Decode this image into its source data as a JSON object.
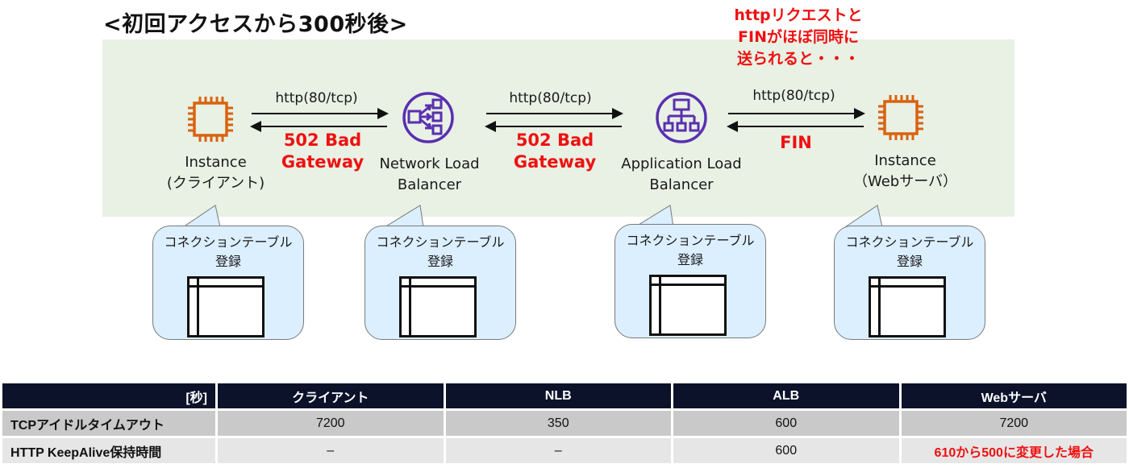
{
  "title": "<初回アクセスから300秒後>",
  "note": [
    "httpリクエストと",
    "FINがほぼ同時に",
    "送られると・・・"
  ],
  "colors": {
    "panel": "#e8f1e4",
    "instance_icon": "#d9620f",
    "lb_icon": "#5a2fb0",
    "error_text": "#ee1111",
    "bubble": "#dcefff",
    "table_header": "#0b1229"
  },
  "nodes": [
    {
      "icon": "ec2-instance-icon",
      "label": [
        "Instance",
        "(クライアント)"
      ]
    },
    {
      "icon": "network-load-balancer-icon",
      "label": [
        "Network Load",
        "Balancer"
      ]
    },
    {
      "icon": "application-load-balancer-icon",
      "label": [
        "Application Load",
        "Balancer"
      ]
    },
    {
      "icon": "ec2-instance-icon",
      "label": [
        "Instance",
        "（Webサーバ）"
      ]
    }
  ],
  "links": [
    {
      "forward": "http(80/tcp)",
      "backward": [
        "502 Bad",
        "Gateway"
      ]
    },
    {
      "forward": "http(80/tcp)",
      "backward": [
        "502 Bad",
        "Gateway"
      ]
    },
    {
      "forward": "http(80/tcp)",
      "backward": [
        "FIN"
      ]
    }
  ],
  "bubbles": [
    {
      "text": [
        "コネクションテーブル",
        "登録"
      ]
    },
    {
      "text": [
        "コネクションテーブル",
        "登録"
      ]
    },
    {
      "text": [
        "コネクションテーブル",
        "登録"
      ]
    },
    {
      "text": [
        "コネクションテーブル",
        "登録"
      ]
    }
  ],
  "table": {
    "headers": [
      "[秒]",
      "クライアント",
      "NLB",
      "ALB",
      "Webサーバ"
    ],
    "rows": [
      {
        "label": "TCPアイドルタイムアウト",
        "cells": [
          "7200",
          "350",
          "600",
          "7200"
        ]
      },
      {
        "label": "HTTP KeepAlive保持時間",
        "cells": [
          "–",
          "–",
          "600",
          "610から500に変更した場合"
        ]
      }
    ]
  }
}
